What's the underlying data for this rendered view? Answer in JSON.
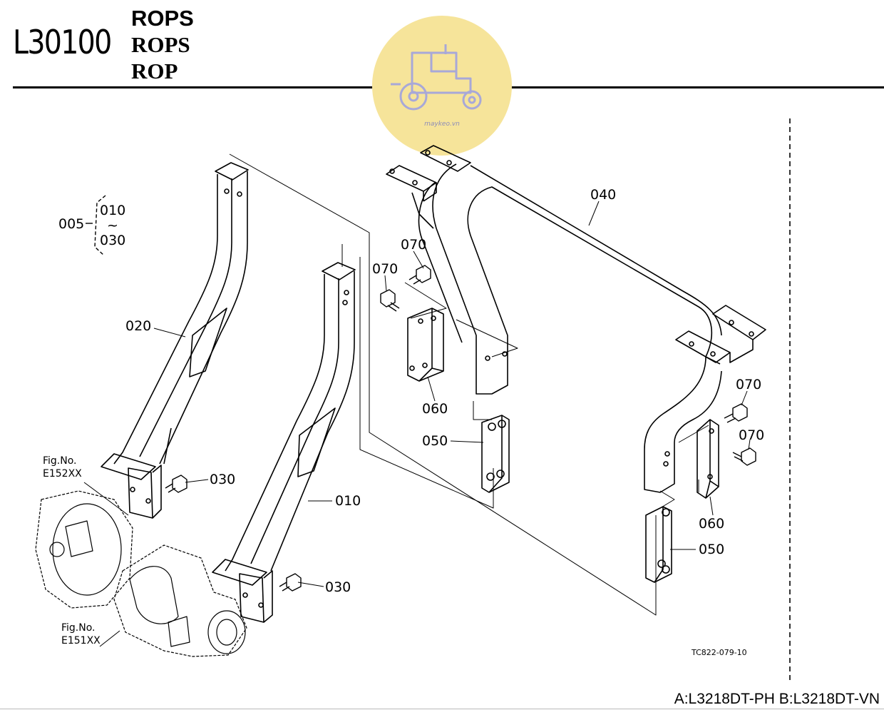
{
  "header": {
    "code": "L30100",
    "title_lines": [
      "ROPS",
      "ROPS",
      "ROP"
    ]
  },
  "watermark": {
    "text": "maykeo.vn",
    "icon": "tractor-icon",
    "color": "#f6e49a"
  },
  "group_ref": {
    "code": "005",
    "range_start": "010",
    "range_sep": "~",
    "range_end": "030"
  },
  "fig_refs": [
    {
      "label": "Fig.No.",
      "number": "E152XX"
    },
    {
      "label": "Fig.No.",
      "number": "E151XX"
    }
  ],
  "callouts": {
    "frame_right": "020",
    "frame_left": "010",
    "upper_arch": "040",
    "bolt_a": "070",
    "bolt_b": "070",
    "bolt_c": "070",
    "bolt_d": "070",
    "plate_left": "060",
    "plate_right": "060",
    "bracket_left": "050",
    "bracket_right": "050",
    "base_bolt_upper": "030",
    "base_bolt_lower": "030"
  },
  "drawing_code": "TC822-079-10",
  "footer": "A:L3218DT-PH B:L3218DT-VN"
}
